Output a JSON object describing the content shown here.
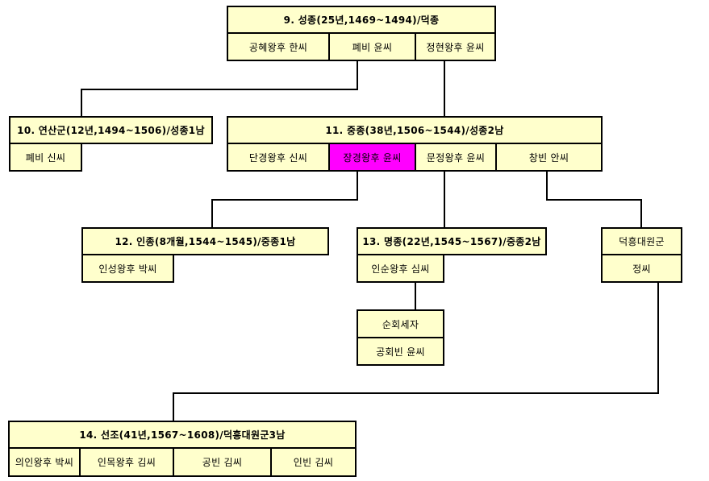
{
  "tree": {
    "seongjong": {
      "title": "9. 성종(25년,1469~1494)/덕종",
      "spouses": [
        "공혜왕후 한씨",
        "폐비 윤씨",
        "정현왕후 윤씨"
      ]
    },
    "yeonsangun": {
      "title": "10. 연산군(12년,1494~1506)/성종1남",
      "spouses": [
        "폐비 신씨"
      ]
    },
    "jungjong": {
      "title": "11. 중종(38년,1506~1544)/성종2남",
      "spouses": [
        "단경왕후 신씨",
        "장경왕후 윤씨",
        "문정왕후 윤씨",
        "창빈 안씨"
      ]
    },
    "injong": {
      "title": "12. 인종(8개월,1544~1545)/중종1남",
      "spouses": [
        "인성왕후 박씨"
      ]
    },
    "myeongjong": {
      "title": "13. 명종(22년,1545~1567)/중종2남",
      "spouses": [
        "인순왕후 심씨"
      ]
    },
    "deokheung": {
      "title": "덕흥대원군",
      "spouses": [
        "정씨"
      ]
    },
    "sunhoe": {
      "title": "순회세자",
      "spouses": [
        "공회빈 윤씨"
      ]
    },
    "seonjo": {
      "title": "14. 선조(41년,1567~1608)/덕흥대원군3남",
      "spouses": [
        "의인왕후 박씨",
        "인목왕후 김씨",
        "공빈 김씨",
        "인빈 김씨"
      ]
    }
  },
  "colors": {
    "box_fill": "#ffffcc",
    "highlight_fill": "#ff00ff",
    "line": "#000000"
  }
}
